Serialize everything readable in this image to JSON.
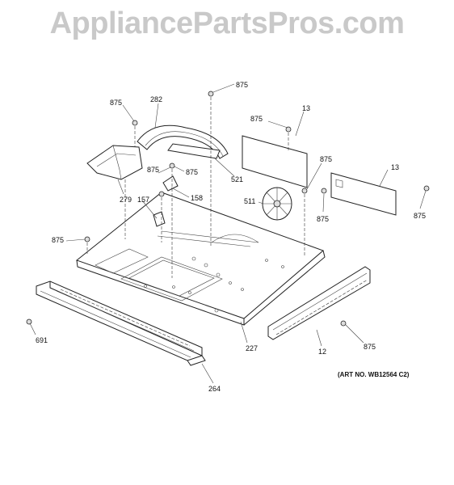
{
  "watermark": "AppliancePartsPros.com",
  "art_number": "(ART NO. WB12564 C2)",
  "labels": {
    "l875_top": "875",
    "l875_a": "875",
    "l282": "282",
    "l13_a": "13",
    "l875_b": "875",
    "l875_c": "875",
    "l875_d": "875",
    "l521": "521",
    "l279": "279",
    "l157": "157",
    "l158": "158",
    "l511": "511",
    "l875_e": "875",
    "l13_b": "13",
    "l875_f": "875",
    "l875_g": "875",
    "l691": "691",
    "l227": "227",
    "l12": "12",
    "l875_h": "875",
    "l264": "264"
  }
}
